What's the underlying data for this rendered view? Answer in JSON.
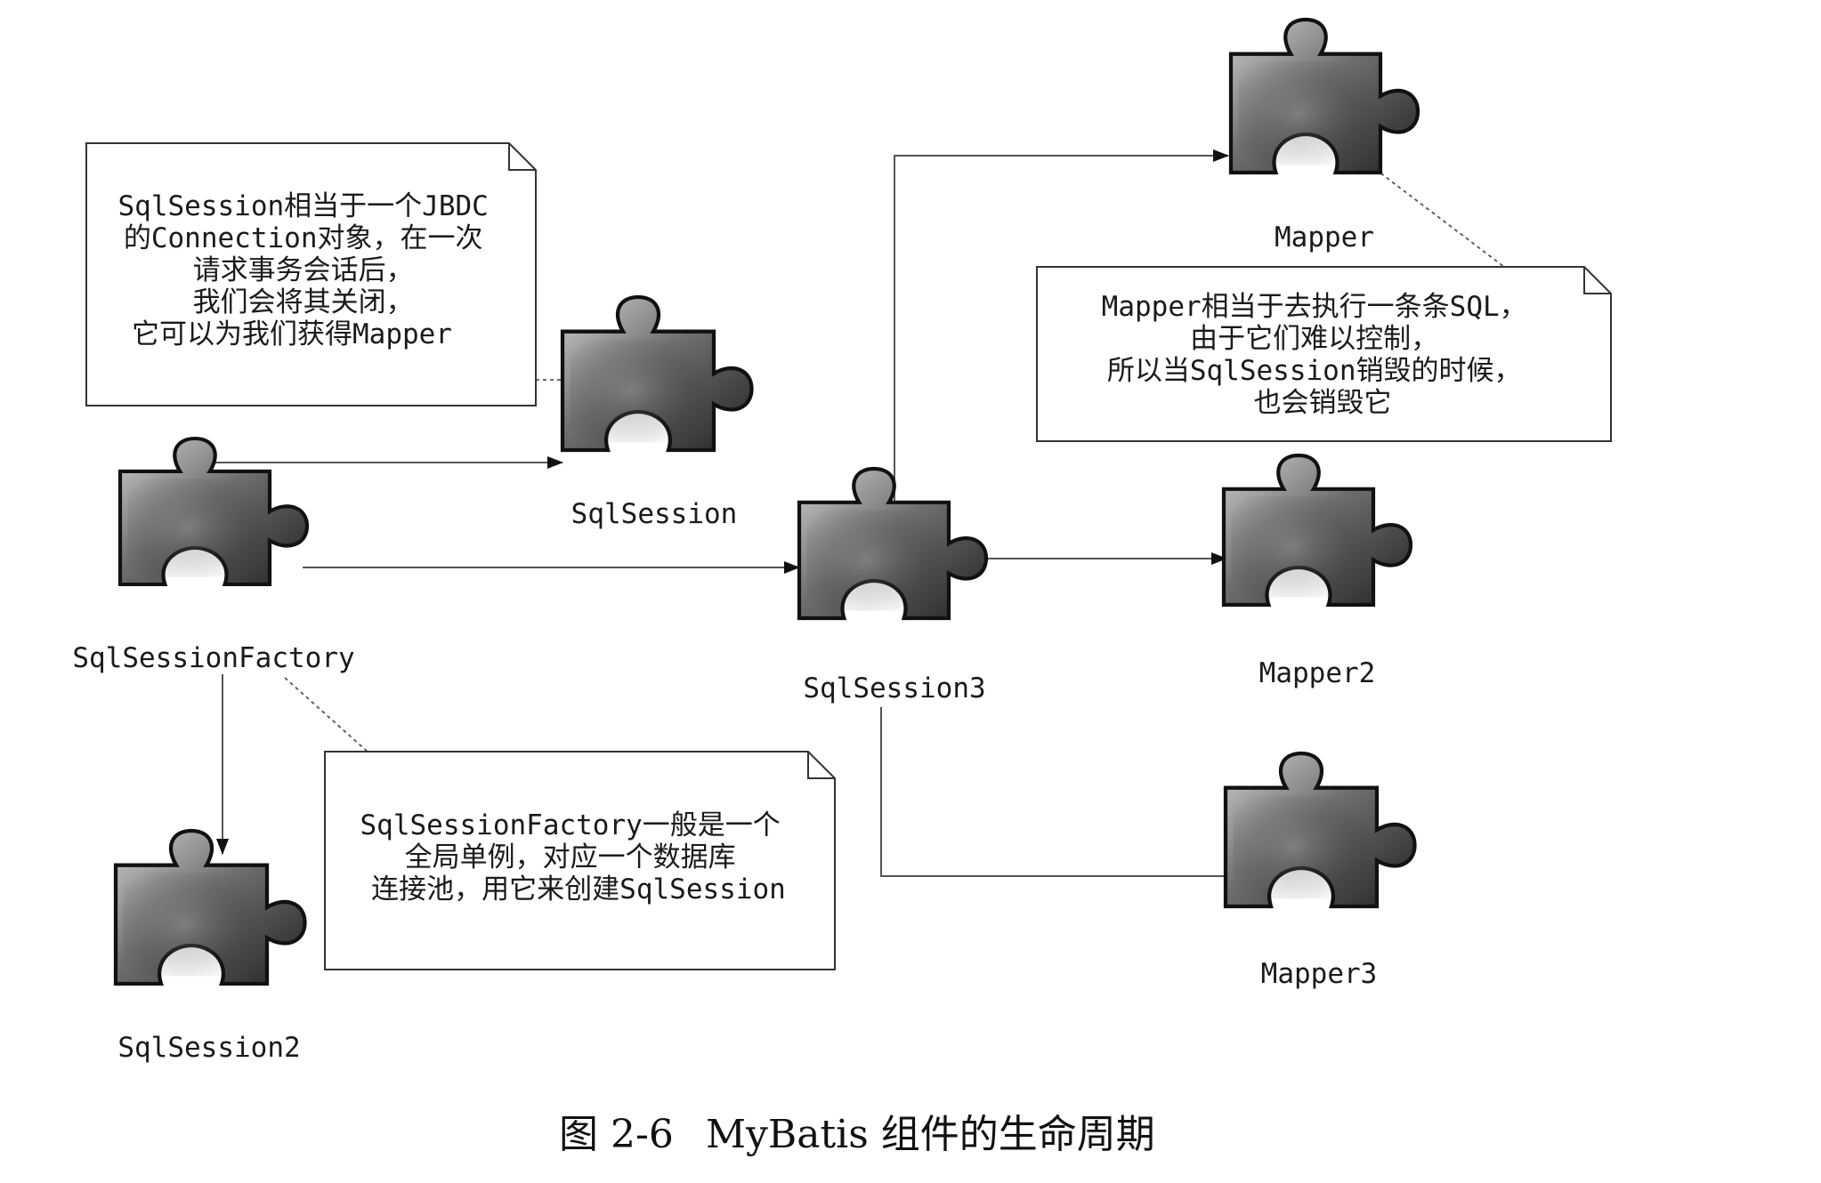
{
  "nodes": {
    "sqlsession_factory": "SqlSessionFactory",
    "sqlsession": "SqlSession",
    "sqlsession2": "SqlSession2",
    "sqlsession3": "SqlSession3",
    "mapper": "Mapper",
    "mapper2": "Mapper2",
    "mapper3": "Mapper3"
  },
  "notes": {
    "sqlsession_note": [
      "SqlSession相当于一个JBDC",
      "的Connection对象，在一次",
      "请求事务会话后，",
      "我们会将其关闭，",
      "它可以为我们获得Mapper"
    ],
    "mapper_note": [
      "Mapper相当于去执行一条条SQL，",
      "由于它们难以控制，",
      "所以当SqlSession销毁的时候，",
      "也会销毁它"
    ],
    "factory_note": [
      "SqlSessionFactory一般是一个",
      "全局单例，对应一个数据库",
      "连接池，用它来创建SqlSession"
    ]
  },
  "caption": {
    "figure_no": "图 2-6",
    "title": "MyBatis 组件的生命周期"
  },
  "colors": {
    "piece_dark": "#222222",
    "piece_mid": "#6f6f6f",
    "piece_light": "#cfcfcf",
    "line": "#555555"
  }
}
